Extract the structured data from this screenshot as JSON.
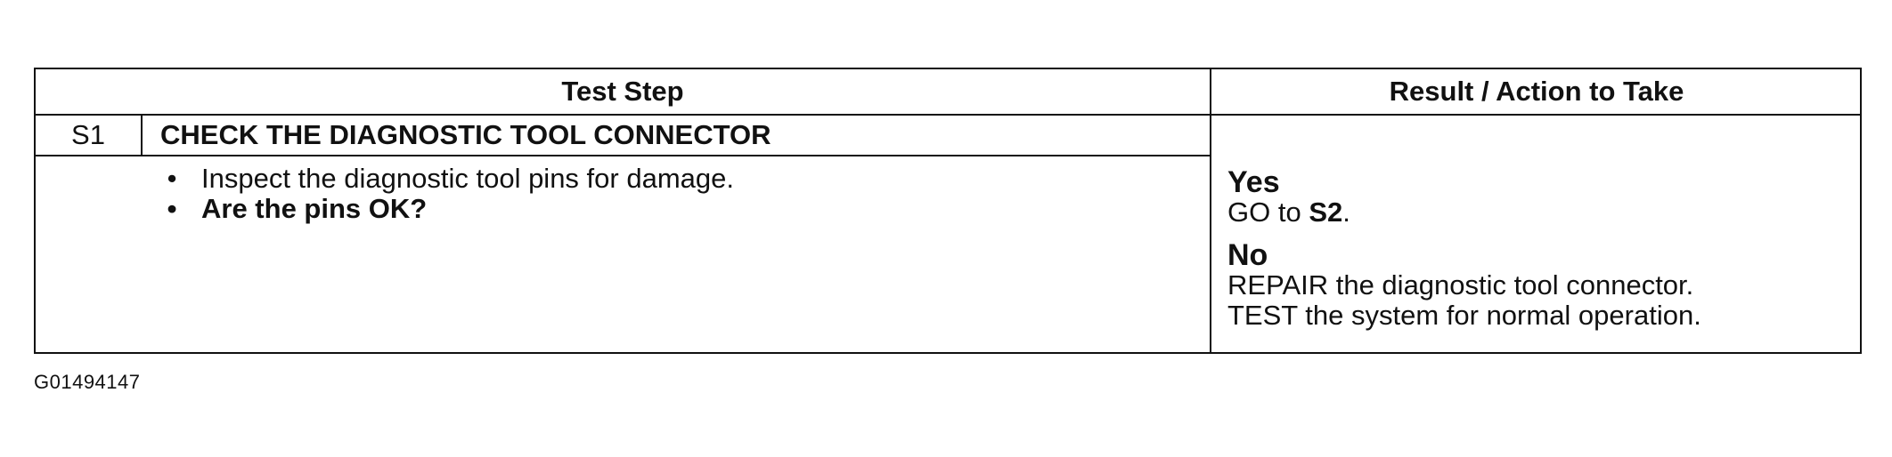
{
  "table": {
    "header_step": "Test Step",
    "header_result": "Result / Action to Take",
    "step_id": "S1",
    "step_title": "CHECK THE DIAGNOSTIC TOOL CONNECTOR",
    "bullet_symbol": "•",
    "bullets": [
      "Inspect the diagnostic tool pins for damage.",
      "Are the pins OK?"
    ],
    "results": {
      "yes_label": "Yes",
      "yes_action_prefix": "GO to ",
      "yes_action_target": "S2",
      "yes_action_suffix": ".",
      "no_label": "No",
      "no_actions": [
        "REPAIR the diagnostic tool connector.",
        "TEST the system for normal operation."
      ]
    }
  },
  "figure_id": "G01494147"
}
